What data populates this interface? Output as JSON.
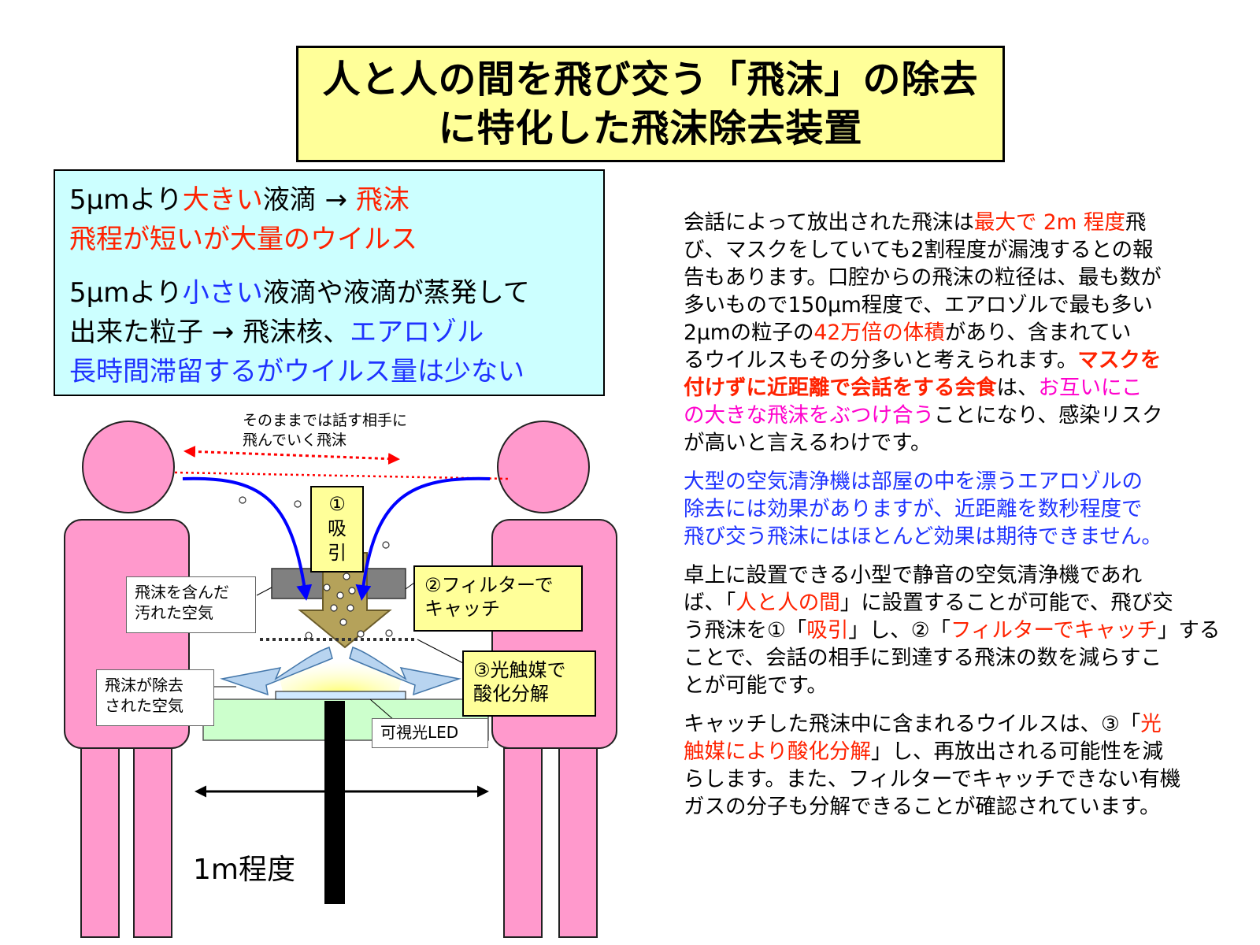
{
  "title": {
    "line1": "人と人の間を飛び交う「飛沫」の除去",
    "line2": "に特化した飛沫除去装置"
  },
  "info_box": {
    "p1": {
      "a": "5μmより",
      "b": "大きい",
      "c": "液滴 → ",
      "d": "飛沫",
      "line2": "飛程が短いが大量のウイルス"
    },
    "p2": {
      "a": "5μmより",
      "b": "小さい",
      "c": "液滴や液滴が蒸発して",
      "line2a": "出来た粒子 → 飛沫核、",
      "line2b": "エアロゾル",
      "line3": "長時間滞留するがウイルス量は少ない"
    }
  },
  "right": {
    "p1": {
      "l1a": "会話によって放出された飛沫は",
      "l1b": "最大で 2m 程度",
      "l1c": "飛",
      "l2": "び、マスクをしていても2割程度が漏洩するとの報",
      "l3": "告もあります。口腔からの飛沫の粒径は、最も数が",
      "l4": "多いもので150μm程度で、エアロゾルで最も多い",
      "l5a": "2μmの粒子の",
      "l5b": "42万倍の体積",
      "l5c": "があり、含まれてい",
      "l6a": "るウイルスもその分多いと考えられます。",
      "l6b": "マスクを",
      "l7a": "付けずに近距離で会話をする会食",
      "l7b": "は、",
      "l7c": "お互いにこ",
      "l8a": "の大きな飛沫をぶつけ合う",
      "l8b": "ことになり、感染リスク",
      "l9": "が高いと言えるわけです。"
    },
    "p2": {
      "l1": "大型の空気清浄機は部屋の中を漂うエアロゾルの",
      "l2": "除去には効果がありますが、近距離を数秒程度で",
      "l3": "飛び交う飛沫にはほとんど効果は期待できません。"
    },
    "p3": {
      "l1": "卓上に設置できる小型で静音の空気清浄機であれ",
      "l2a": "ば、「",
      "l2b": "人と人の間",
      "l2c": "」に設置することが可能で、飛び交",
      "l3a": "う飛沫を①「",
      "l3b": "吸引",
      "l3c": "」し、②「",
      "l3d": "フィルターでキャッチ",
      "l3e": "」する",
      "l4": "ことで、会話の相手に到達する飛沫の数を減らすこ",
      "l5": "とが可能です。"
    },
    "p4": {
      "l1a": "キャッチした飛沫中に含まれるウイルスは、③「",
      "l1b": "光",
      "l2a": "触媒により酸化分解",
      "l2b": "」し、再放出される可能性を減",
      "l3": "らします。また、フィルターでキャッチできない有機",
      "l4": "ガスの分子も分解できることが確認されています。"
    }
  },
  "diagram": {
    "caption_line1": "そのままでは話す相手に",
    "caption_line2": "飛んでいく飛沫",
    "suction_num": "①",
    "suction_c1": "吸",
    "suction_c2": "引",
    "dirty_air_l1": "飛沫を含んだ",
    "dirty_air_l2": "汚れた空気",
    "filter_l1": "②フィルターで",
    "filter_l2": "キャッチ",
    "photocat_l1": "③光触媒で",
    "photocat_l2": "酸化分解",
    "clean_air_l1": "飛沫が除去",
    "clean_air_l2": "された空気",
    "led": "可視光LED",
    "distance": "1m程度",
    "colors": {
      "person": "#ff99cc",
      "table": "#ccffcc",
      "arrow_blue": "#0000ff",
      "dotted_red": "#ff0000",
      "device_arrow": "#b5a25a",
      "outflow_arrow": "#b8d4f0"
    }
  }
}
